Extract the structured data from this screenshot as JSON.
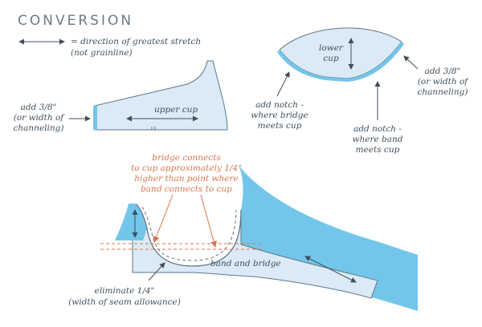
{
  "title": "CONVERSION",
  "legend": {
    "line1": "= direction of greatest stretch",
    "line2": "(not grainline)"
  },
  "labels": {
    "upper_cup": "upper cup",
    "lower_cup_1": "lower",
    "lower_cup_2": "cup",
    "add_left": [
      "add 3/8\"",
      "(or width of",
      "channeling)"
    ],
    "add_right": [
      "add 3/8\"",
      "(or width of",
      "channeling)"
    ],
    "notch_bridge": [
      "add notch -",
      "where bridge",
      "meets cup"
    ],
    "notch_band": [
      "add notch -",
      "where band",
      "meets cup"
    ],
    "bridge_note": [
      "bridge connects",
      "to cup approximately 1/4\"",
      "higher than point where",
      "band connects to cup"
    ],
    "band_and_bridge": "band and bridge",
    "eliminate": [
      "eliminate 1/4\"",
      "(width of seam allowance)"
    ]
  },
  "colors": {
    "accent_blue": "#73c6ea",
    "piece_fill": "#dbeaf6",
    "outline": "#5f7787",
    "annotation_orange": "#d9774f",
    "text": "#3f4f5c"
  }
}
